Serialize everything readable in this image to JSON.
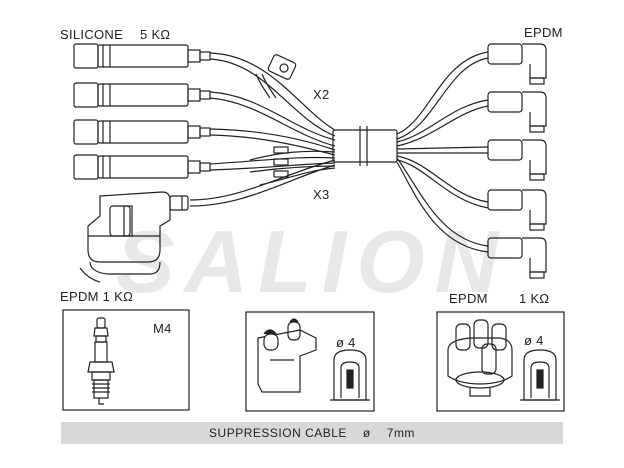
{
  "labels": {
    "silicone": "SILICONE",
    "silicone_resistance": "5 KΩ",
    "epdm_top": "EPDM",
    "x2": "X2",
    "x3": "X3",
    "epdm_coil": "EPDM 1 KΩ",
    "epdm_cap": "EPDM",
    "cap_resistance": "1 KΩ",
    "m4": "M4",
    "dia_1": "ø 4",
    "dia_2": "ø 4"
  },
  "watermark": "SALION",
  "footer": {
    "text": "SUPPRESSION CABLE",
    "diameter_symbol": "ø",
    "diameter": "7mm"
  },
  "colors": {
    "line": "#222222",
    "watermark": "#e6e6e6",
    "footer_bg": "#d8d8d8"
  }
}
